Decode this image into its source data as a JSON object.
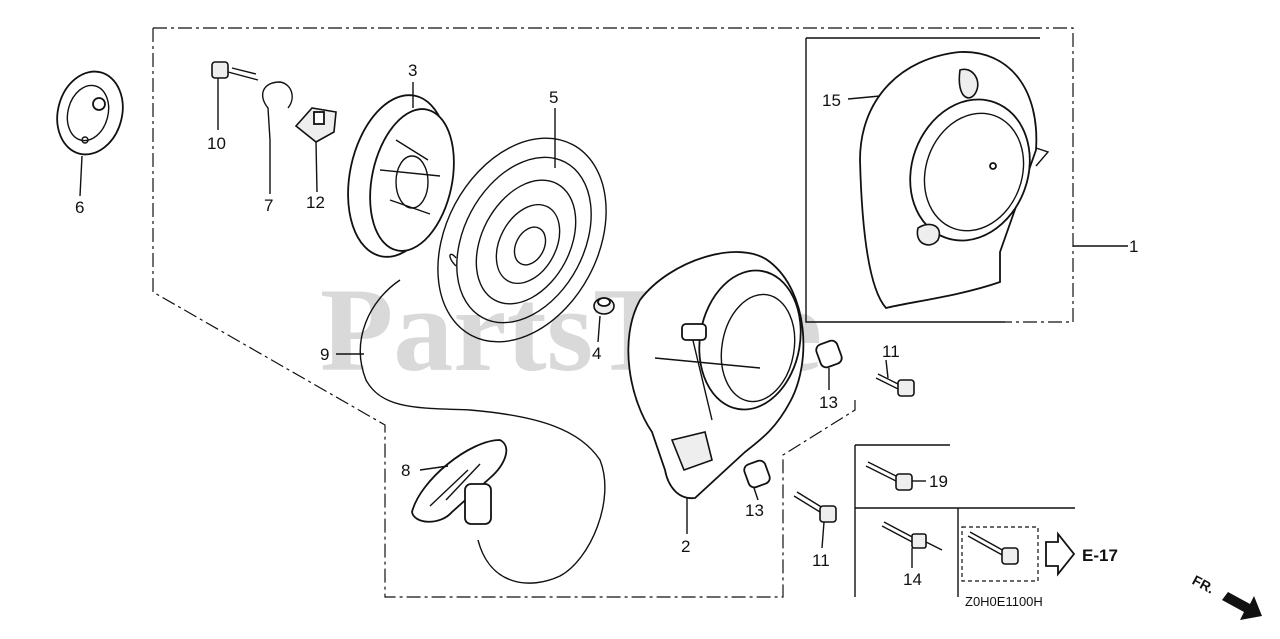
{
  "watermark": {
    "text": "PartsTree",
    "trademark": "™"
  },
  "parts": {
    "p1": {
      "label": "1"
    },
    "p2": {
      "label": "2"
    },
    "p3": {
      "label": "3"
    },
    "p4": {
      "label": "4"
    },
    "p5": {
      "label": "5"
    },
    "p6": {
      "label": "6"
    },
    "p7": {
      "label": "7"
    },
    "p8": {
      "label": "8"
    },
    "p9": {
      "label": "9"
    },
    "p10": {
      "label": "10"
    },
    "p11a": {
      "label": "11"
    },
    "p11b": {
      "label": "11"
    },
    "p12": {
      "label": "12"
    },
    "p13a": {
      "label": "13"
    },
    "p13b": {
      "label": "13"
    },
    "p14": {
      "label": "14"
    },
    "p15": {
      "label": "15"
    },
    "p19": {
      "label": "19"
    }
  },
  "reference": {
    "label": "E-17"
  },
  "drawing_code": "Z0H0E1100H",
  "direction": {
    "label": "FR."
  }
}
